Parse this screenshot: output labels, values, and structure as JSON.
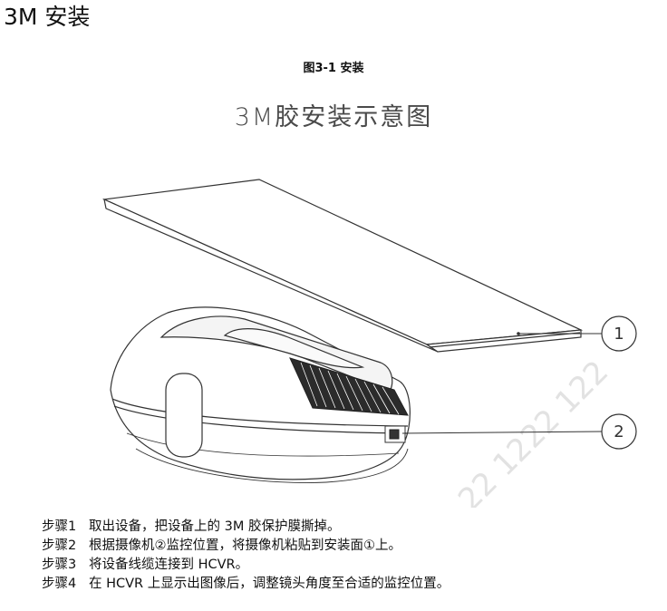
{
  "header": {
    "title": "3M 安装"
  },
  "figure": {
    "caption": "图3-1  安装",
    "title": "3M胶安装示意图",
    "callouts": [
      "1",
      "2"
    ],
    "watermark": "22 1222 122"
  },
  "steps": [
    {
      "label": "步骤1",
      "text": "取出设备，把设备上的 3M 胶保护膜撕掉。"
    },
    {
      "label": "步骤2",
      "text": "根据摄像机②监控位置，将摄像机粘贴到安装面①上。"
    },
    {
      "label": "步骤3",
      "text": "将设备线缆连接到 HCVR。"
    },
    {
      "label": "步骤4",
      "text": "在 HCVR 上显示出图像后，调整镜头角度至合适的监控位置。"
    }
  ]
}
